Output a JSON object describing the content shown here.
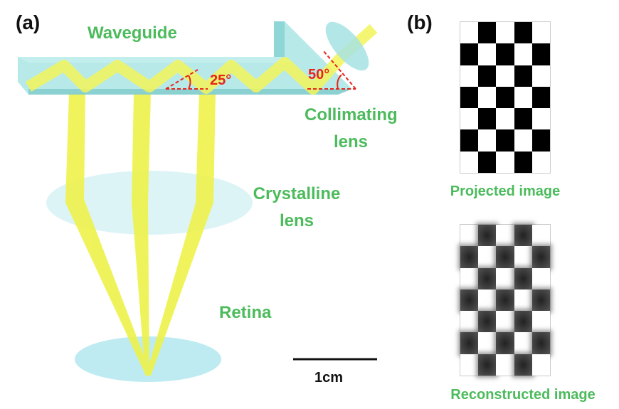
{
  "panels": {
    "a": "(a)",
    "b": "(b)"
  },
  "labels": {
    "waveguide": "Waveguide",
    "collimating_lens_1": "Collimating",
    "collimating_lens_2": "lens",
    "crystalline_lens_1": "Crystalline",
    "crystalline_lens_2": "lens",
    "retina": "Retina",
    "projected_image": "Projected image",
    "reconstructed_image": "Reconstructed image"
  },
  "angles": {
    "small": "25°",
    "large": "50°"
  },
  "scale_bar": "1cm",
  "checkerboard": {
    "columns": 5,
    "rows": 7
  },
  "colors": {
    "label_green": "#4cbb5c",
    "angle_red": "#e8241a",
    "beam_yellow": "#f2f55a",
    "glass_cyan": "#a6e3e3"
  }
}
